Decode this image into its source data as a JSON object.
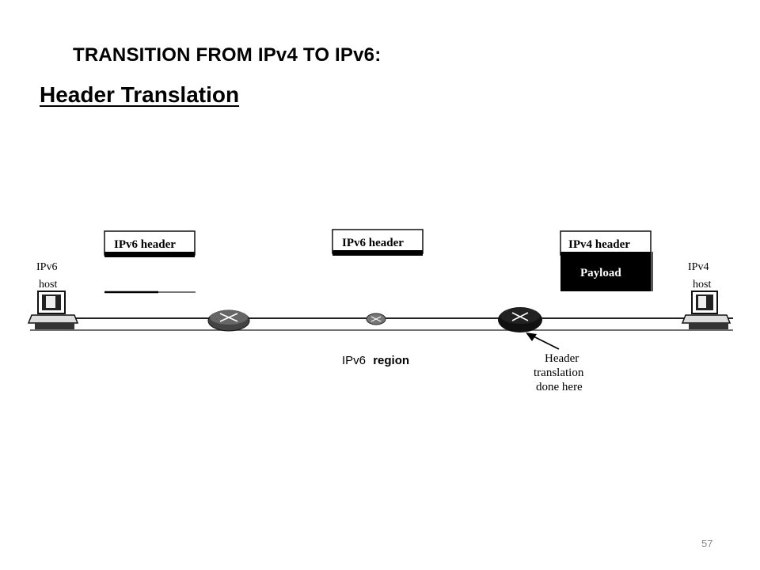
{
  "slide": {
    "title": "TRANSITION FROM IPv4 TO IPv6:",
    "subtitle": "Header Translation",
    "page_number": "57"
  },
  "diagram": {
    "left_host": {
      "line1": "IPv6",
      "line2": "host"
    },
    "right_host": {
      "line1": "IPv4",
      "line2": "host"
    },
    "packets": {
      "left_header": "IPv6 header",
      "middle_header": "IPv6 header",
      "right_header": "IPv4 header",
      "right_payload": "Payload"
    },
    "region_label": {
      "part1": "IPv6",
      "part2": "region"
    },
    "translation_note": {
      "line1": "Header",
      "line2": "translation",
      "line3": "done here"
    }
  }
}
